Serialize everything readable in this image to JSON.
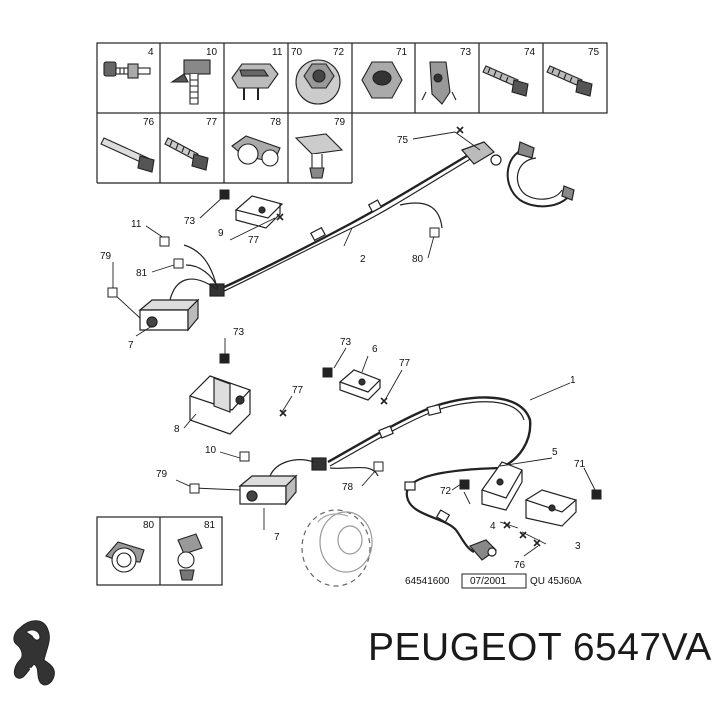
{
  "grid_labels": [
    {
      "id": "g4",
      "text": "4"
    },
    {
      "id": "g10",
      "text": "10"
    },
    {
      "id": "g11",
      "text": "11"
    },
    {
      "id": "g70",
      "text": "70"
    },
    {
      "id": "g72",
      "text": "72"
    },
    {
      "id": "g71",
      "text": "71"
    },
    {
      "id": "g73",
      "text": "73"
    },
    {
      "id": "g74",
      "text": "74"
    },
    {
      "id": "g75",
      "text": "75"
    },
    {
      "id": "g76",
      "text": "76"
    },
    {
      "id": "g77",
      "text": "77"
    },
    {
      "id": "g78",
      "text": "78"
    },
    {
      "id": "g79",
      "text": "79"
    },
    {
      "id": "g80",
      "text": "80"
    },
    {
      "id": "g81",
      "text": "81"
    }
  ],
  "callouts": [
    {
      "id": "c75",
      "text": "75"
    },
    {
      "id": "c73a",
      "text": "73"
    },
    {
      "id": "c9",
      "text": "9"
    },
    {
      "id": "c77a",
      "text": "77"
    },
    {
      "id": "c11",
      "text": "11"
    },
    {
      "id": "c2",
      "text": "2"
    },
    {
      "id": "c80",
      "text": "80"
    },
    {
      "id": "c79a",
      "text": "79"
    },
    {
      "id": "c81",
      "text": "81"
    },
    {
      "id": "c7a",
      "text": "7"
    },
    {
      "id": "c73b",
      "text": "73"
    },
    {
      "id": "c73c",
      "text": "73"
    },
    {
      "id": "c6",
      "text": "6"
    },
    {
      "id": "c77b",
      "text": "77"
    },
    {
      "id": "c77c",
      "text": "77"
    },
    {
      "id": "c8",
      "text": "8"
    },
    {
      "id": "c1",
      "text": "1"
    },
    {
      "id": "c10",
      "text": "10"
    },
    {
      "id": "c5",
      "text": "5"
    },
    {
      "id": "c71",
      "text": "71"
    },
    {
      "id": "c78",
      "text": "78"
    },
    {
      "id": "c79b",
      "text": "79"
    },
    {
      "id": "c72",
      "text": "72"
    },
    {
      "id": "c4",
      "text": "4"
    },
    {
      "id": "c3",
      "text": "3"
    },
    {
      "id": "c7b",
      "text": "7"
    },
    {
      "id": "c76",
      "text": "76"
    }
  ],
  "reference": {
    "part_no": "64541600",
    "date": "07/2001",
    "code": "QU  45J60A"
  },
  "brand_title": "PEUGEOT 6547VA",
  "logo_icon": "peugeot-lion-icon"
}
